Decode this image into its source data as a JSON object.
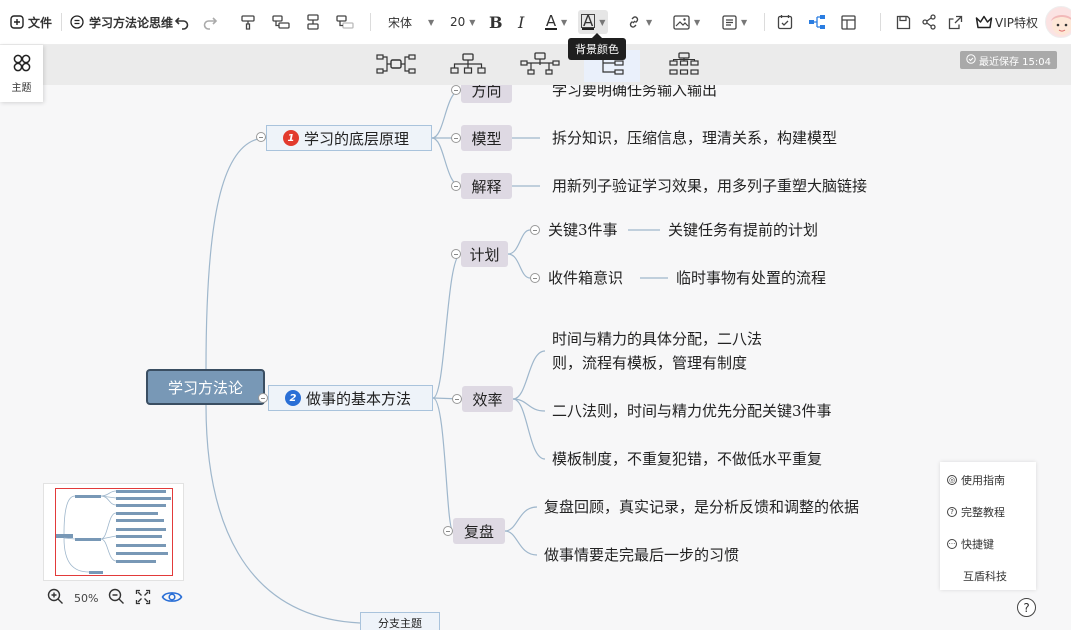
{
  "toolbar": {
    "file_label": "文件",
    "doc_title": "学习方法论思维",
    "font_family": "宋体",
    "font_size": "20",
    "bold_label": "B",
    "italic_label": "I",
    "font_color_label": "A",
    "bg_color_label": "A",
    "tooltip": "背景颜色",
    "vip_label": "VIP特权",
    "icons": [
      "plus-square-icon",
      "document-icon",
      "undo-icon",
      "redo-icon",
      "format-painter-icon",
      "insert-subtopic-icon",
      "insert-sibling-icon",
      "insert-parent-icon",
      "font-color-icon",
      "background-color-icon",
      "link-icon",
      "image-icon",
      "note-icon",
      "task-icon",
      "structure-icon",
      "table-icon",
      "save-icon",
      "share-icon",
      "export-icon",
      "crown-icon"
    ]
  },
  "layout_bar": {
    "icons": [
      "layout-logic-both-icon",
      "layout-org-chart-icon",
      "layout-tree-icon",
      "layout-right-logic-icon",
      "layout-hierarchy-icon"
    ],
    "save_status": "最近保存 15:04"
  },
  "side_panel": {
    "theme_label": "主题"
  },
  "mindmap": {
    "root": "学习方法论",
    "branch1": {
      "badge": "1",
      "label": "学习的底层原理",
      "children": [
        {
          "label": "方向",
          "detail": "学习要明确任务输入输出"
        },
        {
          "label": "模型",
          "detail": "拆分知识，压缩信息，理清关系，构建模型"
        },
        {
          "label": "解释",
          "detail": "用新列子验证学习效果，用多列子重塑大脑链接"
        }
      ]
    },
    "branch2": {
      "badge": "2",
      "label": "做事的基本方法",
      "plan": {
        "label": "计划",
        "items": [
          {
            "label": "关键3件事",
            "detail": "关键任务有提前的计划"
          },
          {
            "label": "收件箱意识",
            "detail": "临时事物有处置的流程"
          }
        ]
      },
      "efficiency": {
        "label": "效率",
        "items": [
          {
            "line1": "时间与精力的具体分配，二八法",
            "line2": "则，流程有模板，管理有制度"
          },
          {
            "line1": "二八法则，时间与精力优先分配关键3件事"
          },
          {
            "line1": "模板制度，不重复犯错，不做低水平重复"
          }
        ]
      },
      "review": {
        "label": "复盘",
        "items": [
          {
            "line1": "复盘回顾，真实记录，是分析反馈和调整的依据"
          },
          {
            "line1": "做事情要走完最后一步的习惯"
          }
        ]
      }
    },
    "branch3": {
      "label": "分支主题"
    }
  },
  "zoom": {
    "level": "50%"
  },
  "help": {
    "guide": "使用指南",
    "tutorial": "完整教程",
    "shortcuts": "快捷键",
    "company": "互盾科技",
    "question": "?"
  },
  "colors": {
    "root_fill": "#7898b6",
    "root_border": "#3a4e62",
    "branch_fill": "#eef3f9",
    "branch_border": "#a9c3dc",
    "sub_fill": "#ded9e3",
    "line": "#9fb7cc",
    "badge1": "#e23b2e",
    "badge2": "#2a6fd6",
    "minimap_frame": "#e23a3a"
  }
}
